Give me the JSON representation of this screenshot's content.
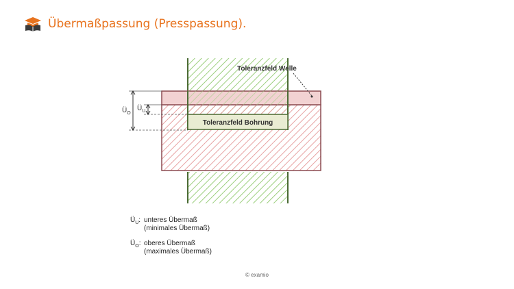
{
  "header": {
    "title": "Übermaßpassung (Presspassung).",
    "logo_icon": "book-graduation-cap-icon",
    "accent_color": "#e8731e"
  },
  "diagram": {
    "label_shaft": "Toleranzfeld Welle",
    "label_bore": "Toleranzfeld Bohrung",
    "dim_upper": "Ü",
    "dim_upper_sub": "O",
    "dim_lower": "Ü",
    "dim_lower_sub": "U",
    "colors": {
      "shaft_border": "#4a6a33",
      "shaft_hatch": "#9ccf7e",
      "bore_border": "#8b4a50",
      "bore_fill": "#f2d2d2",
      "bore_hatch": "#e7a3a3",
      "overlap_fill": "#e9ecd2"
    }
  },
  "legend": {
    "items": [
      {
        "sym": "Ü",
        "sub": "U",
        "line1": "unteres Übermaß",
        "line2": "(minimales Übermaß)"
      },
      {
        "sym": "Ü",
        "sub": "O",
        "line1": "oberes Übermaß",
        "line2": "(maximales Übermaß)"
      }
    ]
  },
  "footer": {
    "copyright": "© examio"
  }
}
